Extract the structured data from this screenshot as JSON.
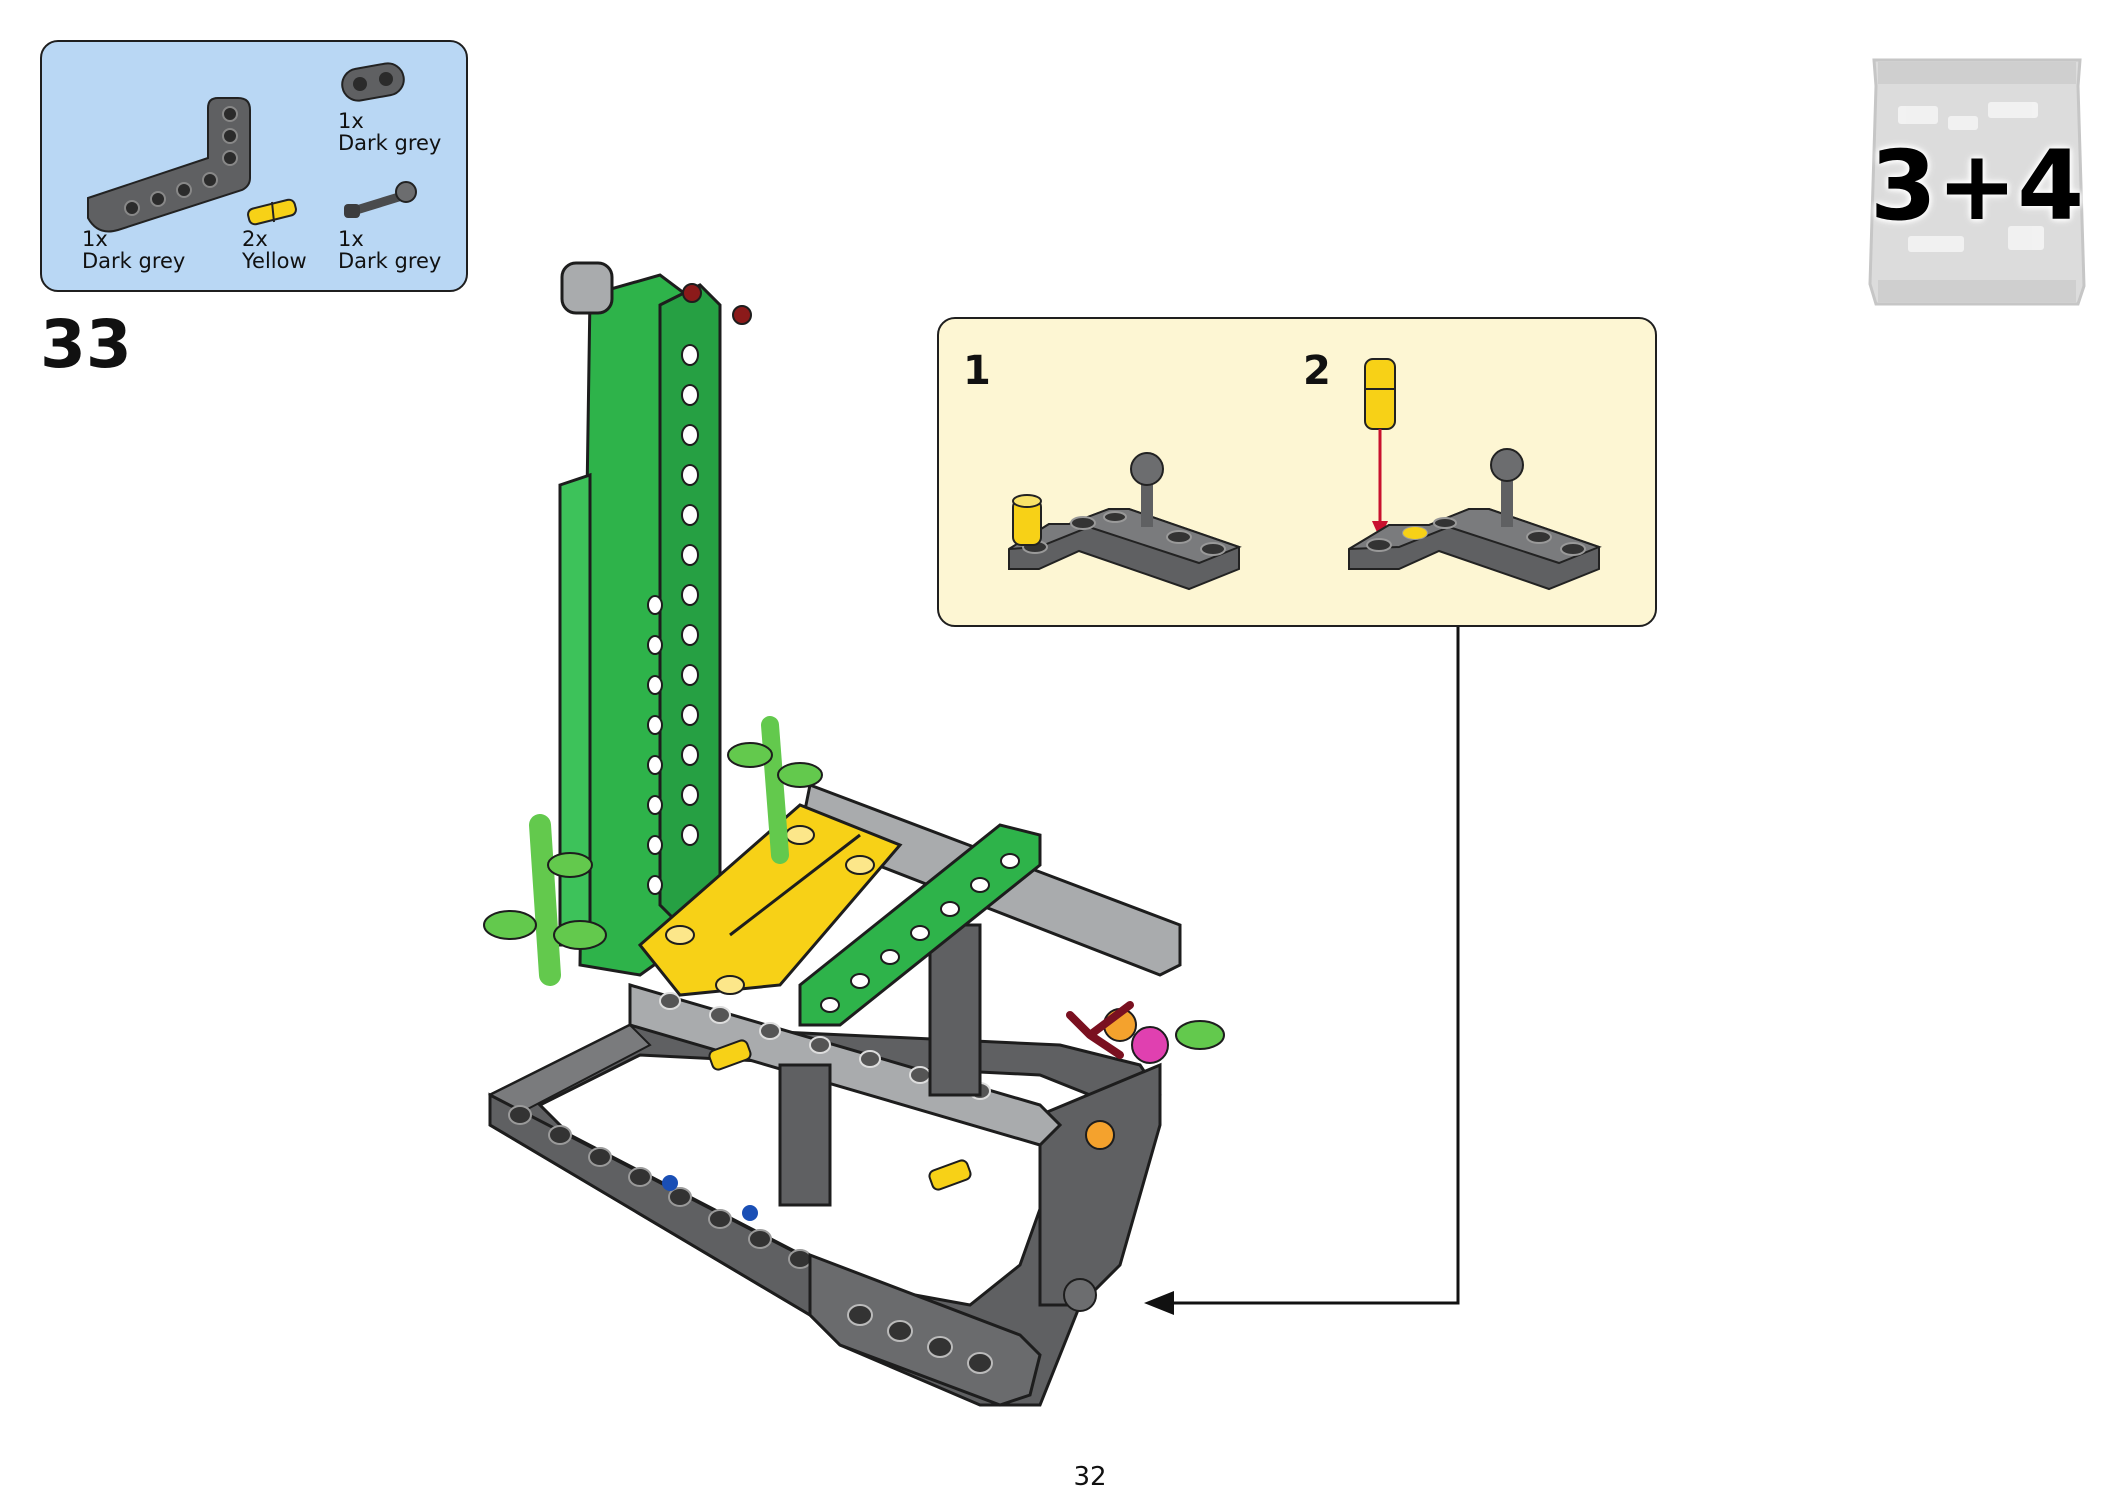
{
  "parts": [
    {
      "qty": "1x",
      "color": "Dark grey",
      "icon": "l-beam-icon"
    },
    {
      "qty": "2x",
      "color": "Yellow",
      "icon": "pin-icon"
    },
    {
      "qty": "1x",
      "color": "Dark grey",
      "icon": "double-beam-icon"
    },
    {
      "qty": "1x",
      "color": "Dark grey",
      "icon": "ball-axle-icon"
    }
  ],
  "step_number": "33",
  "callout": {
    "sub_steps": [
      "1",
      "2"
    ]
  },
  "bag_label": "3+4",
  "page_number": "32",
  "colors": {
    "parts_box_bg": "#b9d7f4",
    "callout_bg": "#fdf6d3",
    "dark_grey": "#5f6062",
    "light_grey": "#a9abad",
    "green": "#2eb34a",
    "yellow": "#f7d117",
    "arrow_red": "#c8102e"
  }
}
